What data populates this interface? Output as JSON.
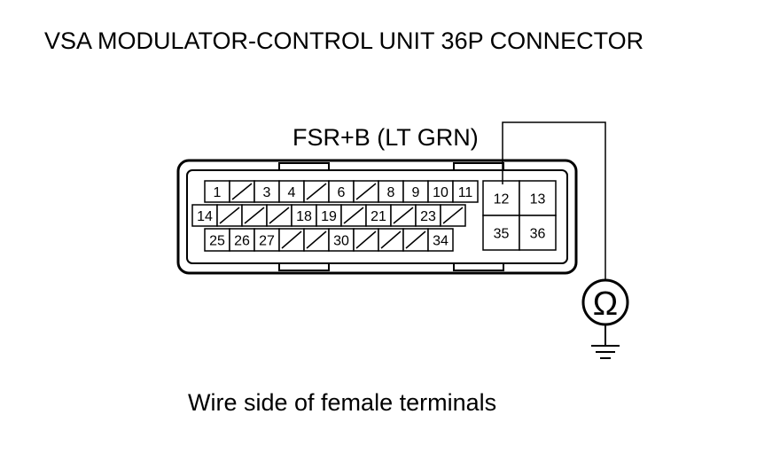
{
  "title": "VSA MODULATOR-CONTROL UNIT 36P CONNECTOR",
  "wire_label": "FSR+B (LT GRN)",
  "caption": "Wire side of female terminals",
  "meter_symbol": "Ω",
  "meter_icon": "ohmmeter-icon",
  "ground_icon": "ground-icon",
  "terminals": {
    "row1": [
      "1",
      "",
      "3",
      "4",
      "",
      "6",
      "",
      "8",
      "9",
      "10",
      "11"
    ],
    "row2": [
      "14",
      "",
      "",
      "",
      "18",
      "19",
      "",
      "21",
      "",
      "23",
      ""
    ],
    "row3": [
      "25",
      "26",
      "27",
      "",
      "",
      "30",
      "",
      "",
      "",
      "34"
    ],
    "large": [
      "12",
      "13",
      "35",
      "36"
    ]
  }
}
